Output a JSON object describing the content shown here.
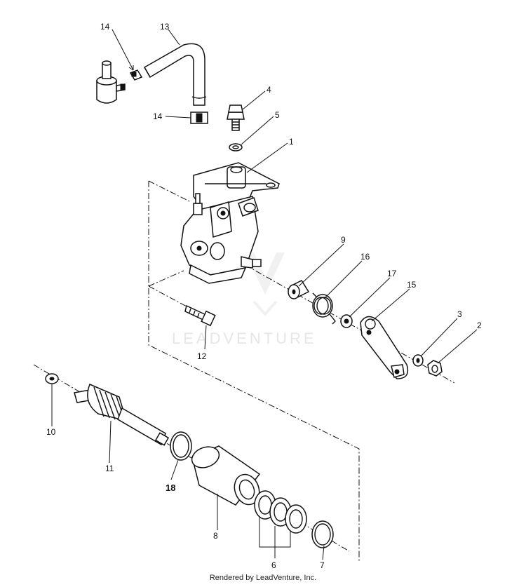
{
  "watermark": "LEADVENTURE",
  "footer": "Rendered by LeadVenture, Inc.",
  "callouts": {
    "c1": "1",
    "c2": "2",
    "c3": "3",
    "c4": "4",
    "c5": "5",
    "c6": "6",
    "c7": "7",
    "c8": "8",
    "c9": "9",
    "c10": "10",
    "c11": "11",
    "c12": "12",
    "c13": "13",
    "c14a": "14",
    "c14b": "14",
    "c15": "15",
    "c16": "16",
    "c17": "17",
    "c18": "18"
  }
}
